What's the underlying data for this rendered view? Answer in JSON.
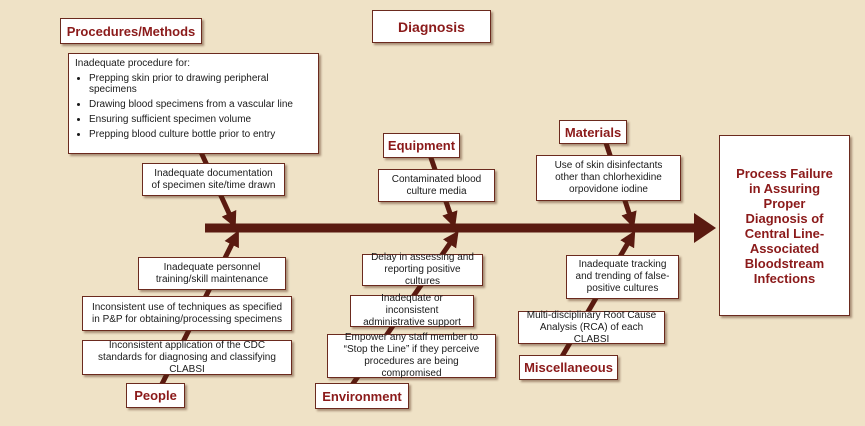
{
  "title": "Diagnosis",
  "colors": {
    "background": "#efe2c6",
    "arrow": "#5a1a10",
    "category_text": "#8b1a1a"
  },
  "outcome": "Process Failure in Assuring Proper Diagnosis of Central Line-Associated Bloodstream Infections",
  "categories": {
    "procedures": "Procedures/Methods",
    "equipment": "Equipment",
    "materials": "Materials",
    "people": "People",
    "environment": "Environment",
    "miscellaneous": "Miscellaneous"
  },
  "causes": {
    "procedures_intro": "Inadequate procedure for:",
    "procedures_list": [
      "Prepping skin prior to drawing peripheral specimens",
      "Drawing blood specimens from a vascular line",
      "Ensuring sufficient specimen volume",
      "Prepping blood culture bottle prior to entry"
    ],
    "documentation": "Inadequate documentation of specimen site/time drawn",
    "equipment_media": "Contaminated blood culture media",
    "materials_disinfectants": "Use of skin disinfectants other than chlorhexidine orpovidone iodine",
    "people_training": "Inadequate personnel training/skill maintenance",
    "people_techniques": "Inconsistent use of techniques as specified in P&P for obtaining/processing specimens",
    "people_cdc": "Inconsistent application of the CDC standards for diagnosing and classifying CLABSI",
    "env_delay": "Delay in assessing and reporting positive cultures",
    "env_support": "Inadequate or inconsistent administrative support",
    "env_stop": "Empower any staff member to “Stop the Line” if they perceive procedures are being compromised",
    "misc_tracking": "Inadequate tracking and trending of false-positive cultures",
    "misc_rca": "Multi-disciplinary Root Cause Analysis (RCA) of each CLABSI"
  }
}
